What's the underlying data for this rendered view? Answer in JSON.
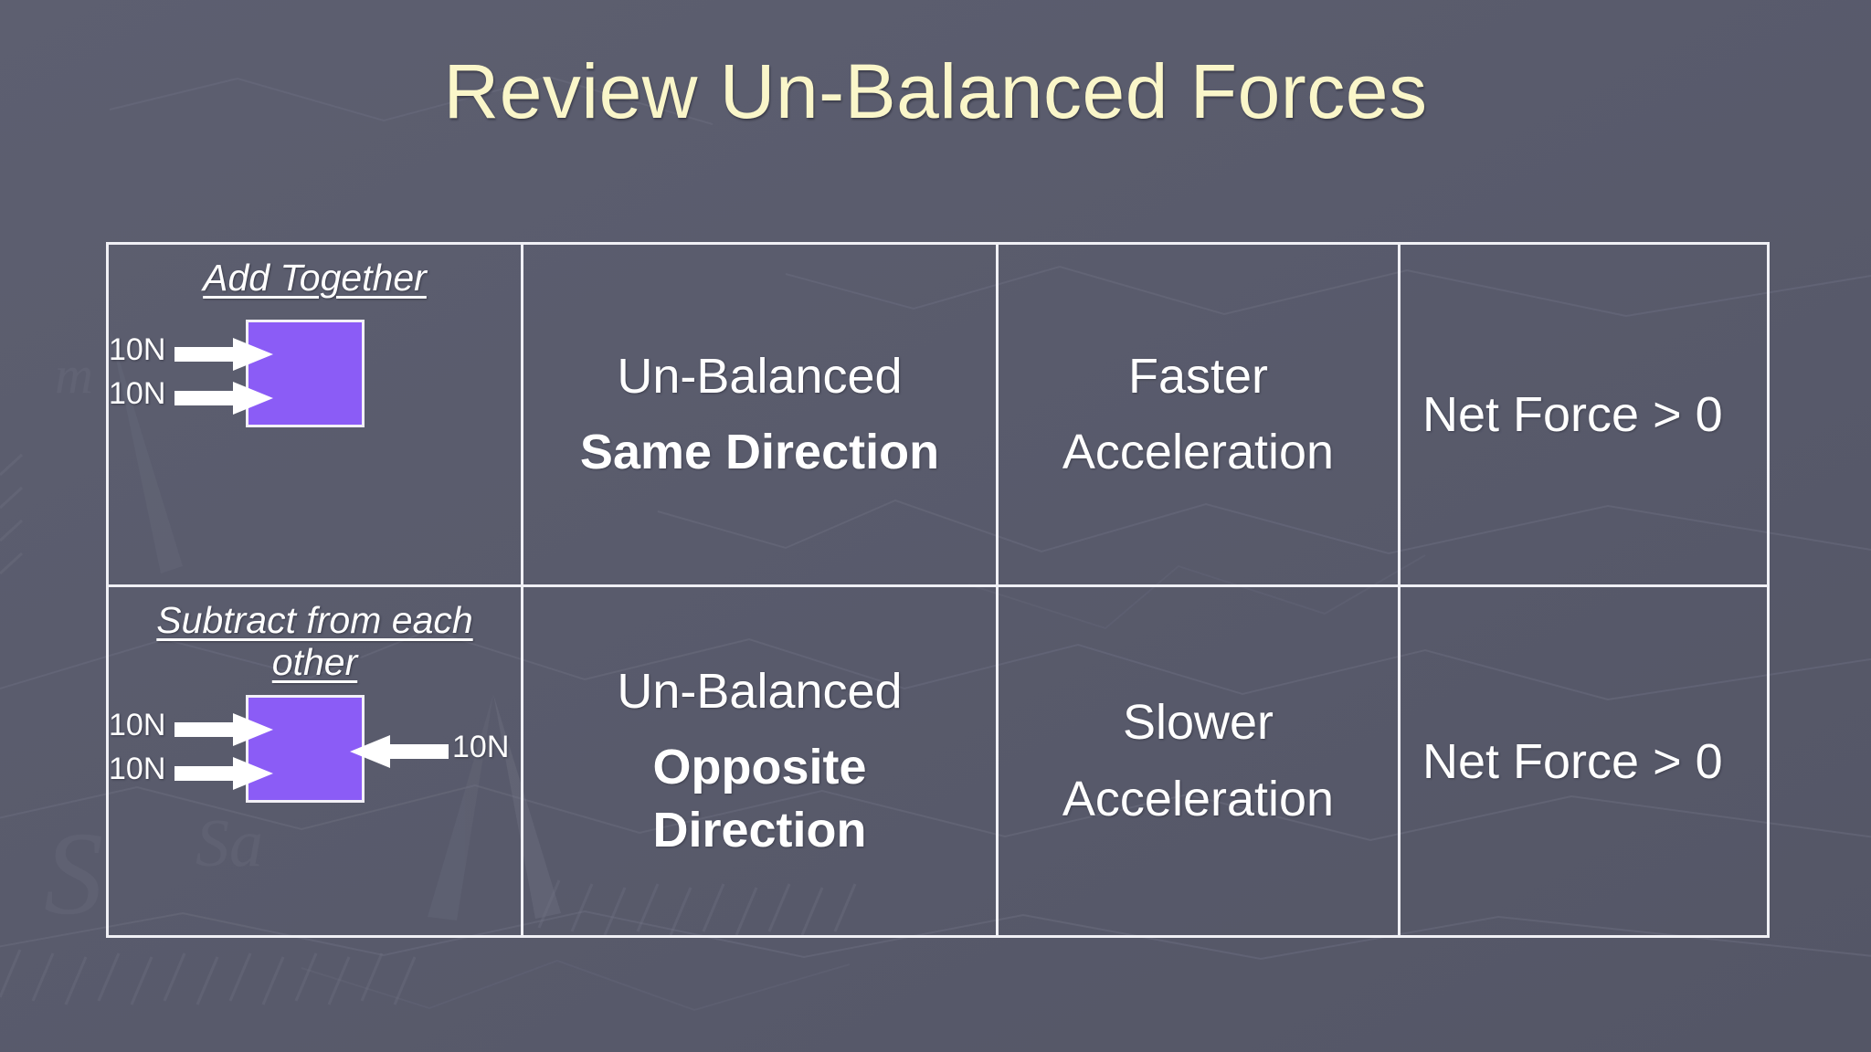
{
  "slide": {
    "title": "Review Un-Balanced Forces",
    "title_color": "#FAF6C9",
    "background_color": "#585A6B"
  },
  "table": {
    "border_color": "#F0F0F5",
    "box_color": "#8B5CF6",
    "arrow_color": "#FFFFFF",
    "rows": [
      {
        "id": "same-direction",
        "diagram": {
          "heading": "Add Together",
          "left_force_top": "10N",
          "left_force_bottom": "10N",
          "right_force": ""
        },
        "description_line1": "Un-Balanced",
        "description_line2": "Same Direction",
        "description_line3": "",
        "acceleration_line1": "Faster",
        "acceleration_line2": "Acceleration",
        "net_force": "Net Force > 0"
      },
      {
        "id": "opposite-direction",
        "diagram": {
          "heading": "Subtract from each other",
          "left_force_top": "10N",
          "left_force_bottom": "10N",
          "right_force": "10N"
        },
        "description_line1": "Un-Balanced",
        "description_line2": "Opposite",
        "description_line3": "Direction",
        "acceleration_line1": "Slower",
        "acceleration_line2": "Acceleration",
        "net_force": "Net Force > 0"
      }
    ]
  }
}
